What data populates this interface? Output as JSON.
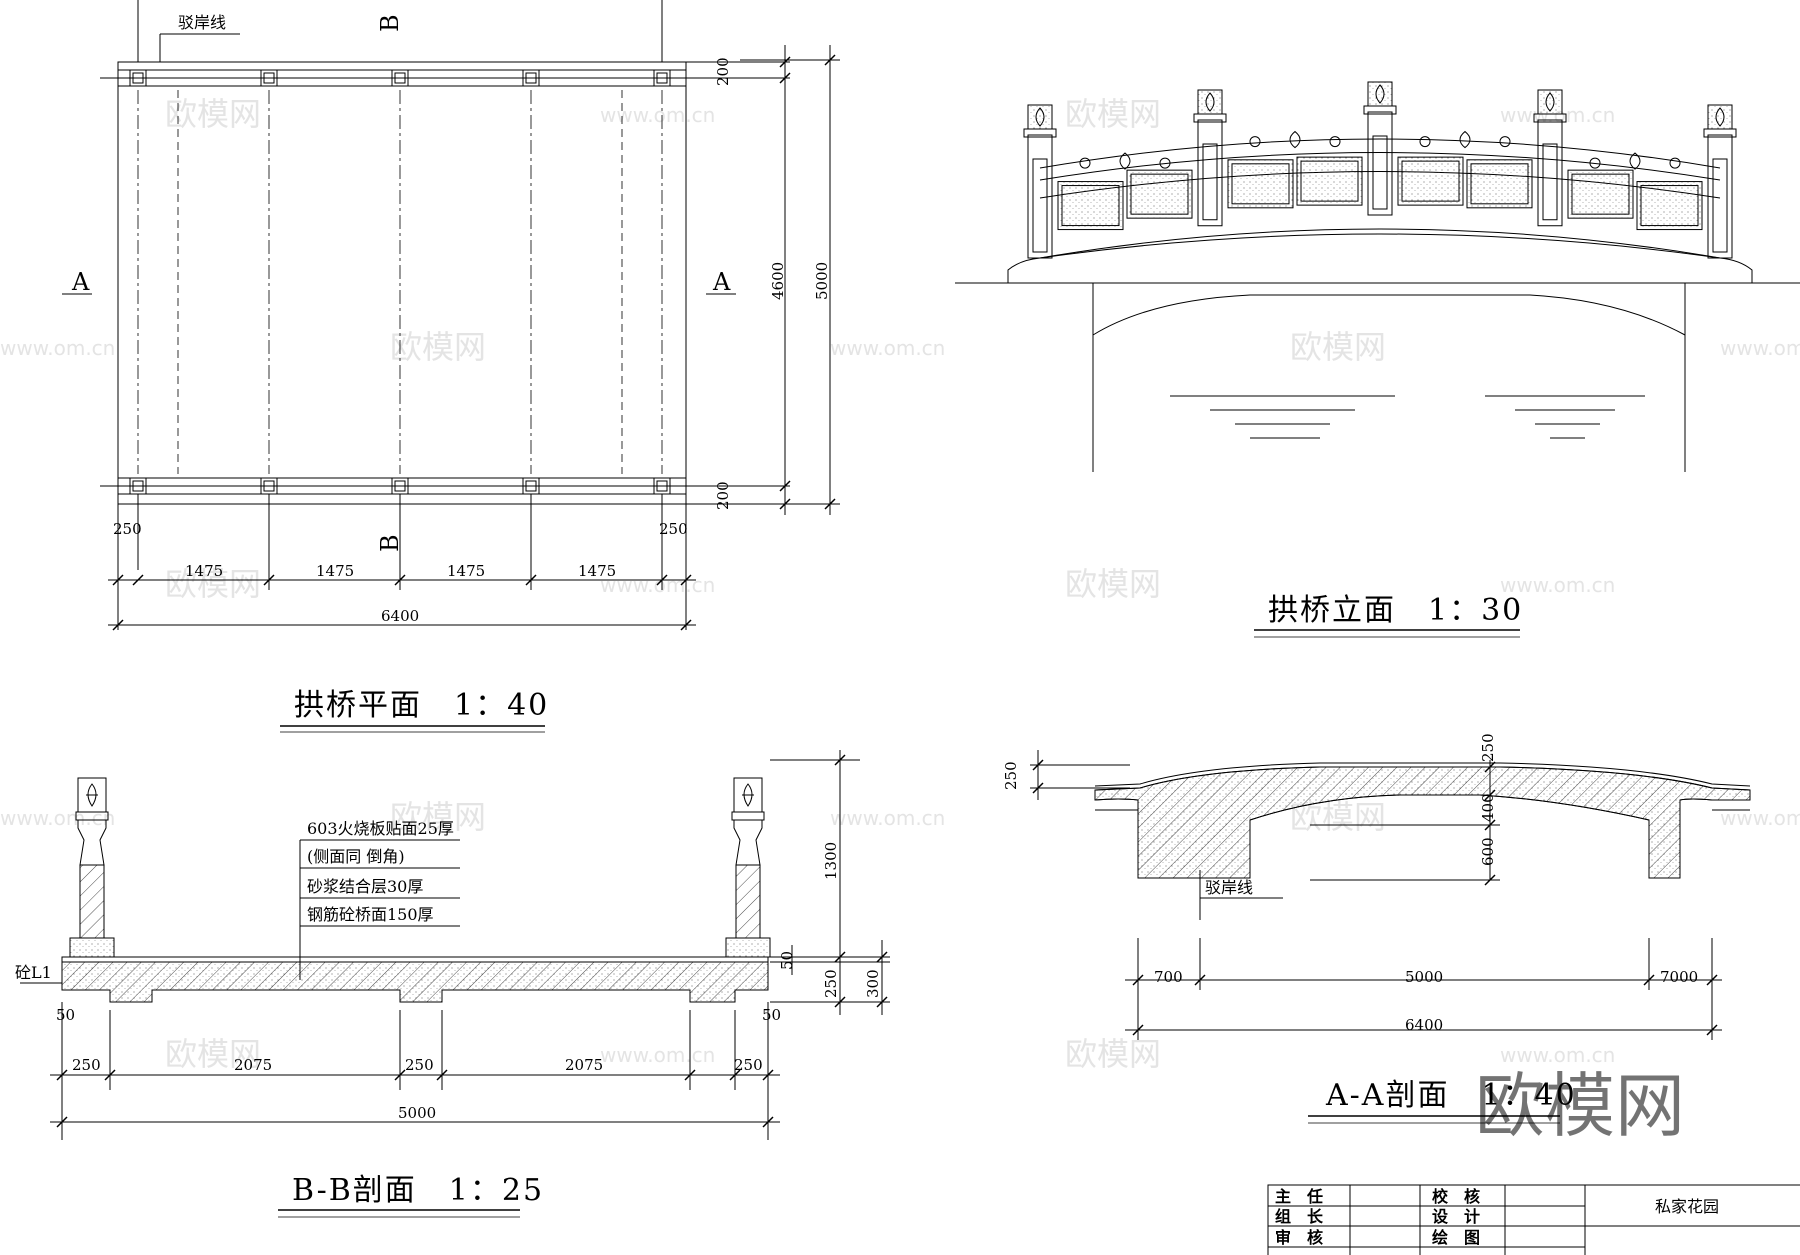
{
  "plan": {
    "title": "拱桥平面　1：40",
    "shore_line": "驳岸线",
    "cut_a_left": "A",
    "cut_a_right": "A",
    "cut_b_top": "B",
    "cut_b_bottom": "B",
    "dims_bottom": [
      "250",
      "1475",
      "1475",
      "1475",
      "1475",
      "250"
    ],
    "dim_total": "6400",
    "dims_right": [
      "200",
      "4600",
      "200"
    ],
    "dim_right_total": "5000"
  },
  "elevation": {
    "title": "拱桥立面　1：30"
  },
  "section_bb": {
    "title": "B-B剖面　1：25",
    "notes": [
      "603火烧板贴面25厚",
      "(侧面同 倒角)",
      "砂浆结合层30厚",
      "钢筋砼桥面150厚"
    ],
    "beam_label": "砼L1",
    "dims_bottom": [
      "250",
      "2075",
      "250",
      "2075",
      "250"
    ],
    "dim_total": "5000",
    "dims_side": [
      "50",
      "50"
    ],
    "dims_right": [
      "1300",
      "50",
      "250",
      "300"
    ]
  },
  "section_aa": {
    "title": "A-A剖面　1：40",
    "shore_line": "驳岸线",
    "dims_bottom": [
      "700",
      "5000",
      "7000"
    ],
    "dim_total": "6400",
    "dims_left": [
      "250"
    ],
    "dims_center": [
      "250",
      "400",
      "600"
    ]
  },
  "title_block": {
    "project": "私家花园",
    "rows": [
      {
        "left": "主　任",
        "mid": "校　核"
      },
      {
        "left": "组　长",
        "mid": "设　计"
      },
      {
        "left": "审　核",
        "mid": "绘　图"
      }
    ]
  },
  "watermark": {
    "brand": "欧模网",
    "url": "www.om.cn"
  }
}
